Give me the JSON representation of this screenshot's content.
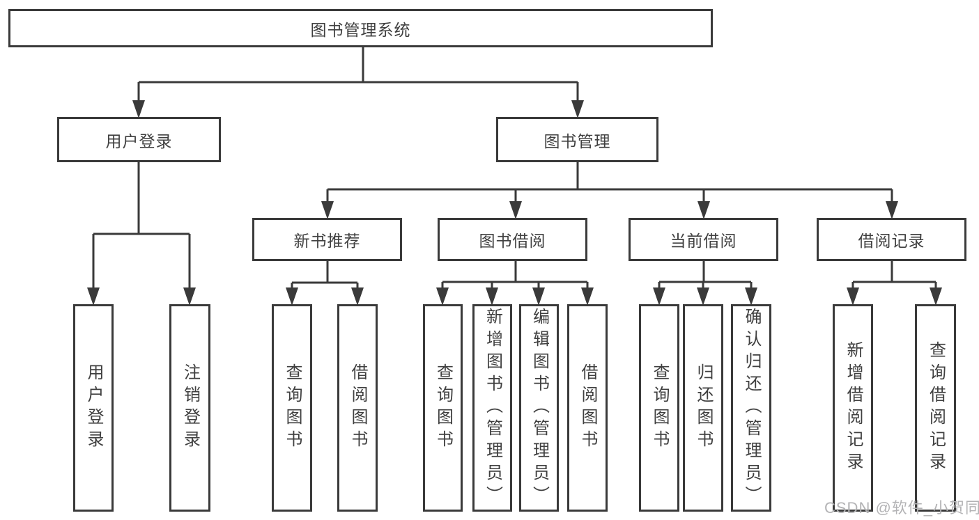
{
  "title": "图书管理系统",
  "level1": {
    "left": "用户登录",
    "right": "图书管理"
  },
  "level2": [
    "新书推荐",
    "图书借阅",
    "当前借阅",
    "借阅记录"
  ],
  "leaves": {
    "login": [
      "用户登录",
      "注销登录"
    ],
    "newbook": [
      "查询图书",
      "借阅图书"
    ],
    "borrow": [
      "查询图书",
      "新增图书（管理员）",
      "编辑图书（管理员）",
      "借阅图书"
    ],
    "current": [
      "查询图书",
      "归还图书",
      "确认归还（管理员）"
    ],
    "records": [
      "新增借阅记录",
      "查询借阅记录"
    ]
  },
  "watermark": "CSDN @软件_小贺同学",
  "colors": {
    "line": "#3a3a3a",
    "text": "#3f3f3f",
    "background": "#ffffff",
    "watermark": "#b3b3b5"
  }
}
